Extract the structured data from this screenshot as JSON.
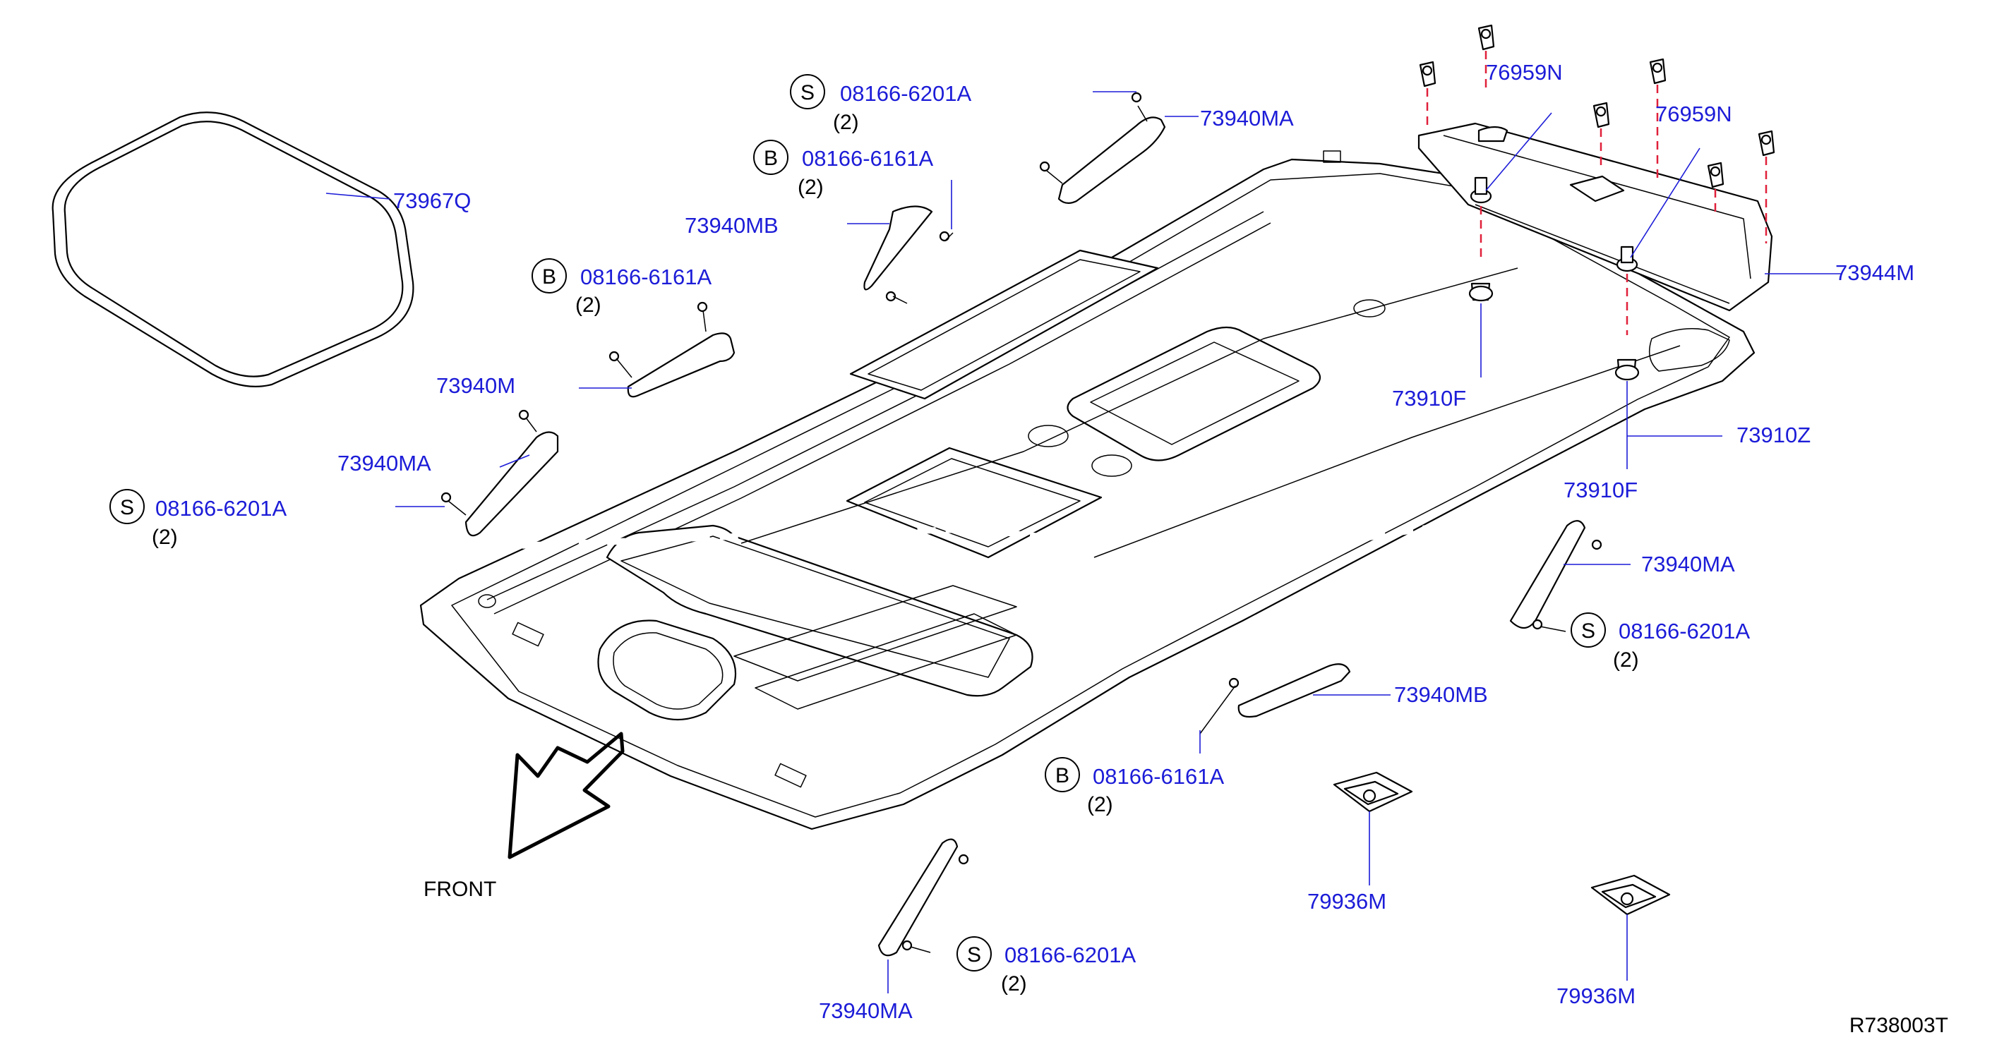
{
  "diagram": {
    "code": "R738003T",
    "front_label": "FRONT",
    "callouts": [
      {
        "id": "c1",
        "part": "73967Q"
      },
      {
        "id": "c2",
        "badge": "S",
        "part": "08166-6201A",
        "qty": "(2)"
      },
      {
        "id": "c3",
        "part": "73940MA"
      },
      {
        "id": "c4",
        "badge": "B",
        "part": "08166-6161A",
        "qty": "(2)"
      },
      {
        "id": "c5",
        "part": "73940MB"
      },
      {
        "id": "c6",
        "badge": "B",
        "part": "08166-6161A",
        "qty": "(2)"
      },
      {
        "id": "c7",
        "part": "73940M"
      },
      {
        "id": "c8",
        "part": "73940MA"
      },
      {
        "id": "c9",
        "badge": "S",
        "part": "08166-6201A",
        "qty": "(2)"
      },
      {
        "id": "c10",
        "part": "76959N"
      },
      {
        "id": "c11",
        "part": "76959N"
      },
      {
        "id": "c12",
        "part": "73944M"
      },
      {
        "id": "c13",
        "part": "73910F"
      },
      {
        "id": "c14",
        "part": "73910Z"
      },
      {
        "id": "c15",
        "part": "73910F"
      },
      {
        "id": "c16",
        "part": "73940MA"
      },
      {
        "id": "c17",
        "badge": "S",
        "part": "08166-6201A",
        "qty": "(2)"
      },
      {
        "id": "c18",
        "part": "73940MB"
      },
      {
        "id": "c19",
        "badge": "B",
        "part": "08166-6161A",
        "qty": "(2)"
      },
      {
        "id": "c20",
        "part": "79936M"
      },
      {
        "id": "c21",
        "badge": "S",
        "part": "08166-6201A",
        "qty": "(2)"
      },
      {
        "id": "c22",
        "part": "73940MA"
      },
      {
        "id": "c23",
        "part": "79936M"
      }
    ]
  }
}
